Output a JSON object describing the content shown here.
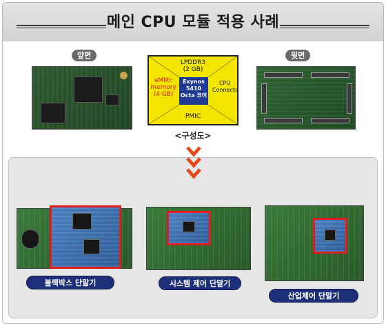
{
  "title": "메인 CPU 모듈 적용 사례",
  "module": {
    "front_label": "앞면",
    "back_label": "뒷면",
    "diagram": {
      "top": "LPDDR3\n(2 GB)",
      "left": "eMMc\nmemory\n(4 GB)",
      "center": "Exynos\n5410\nOcta 코어",
      "right": "CPU\nConnector",
      "bottom": "PMIC"
    },
    "caption": "<구성도>"
  },
  "colors": {
    "diagram_bg": "#f2e600",
    "core_bg": "#1e3a96",
    "highlight_border": "#e01d1d",
    "label_pill": "#1e2f7a",
    "chevron": "#e24a1c"
  },
  "applications": [
    {
      "label": "블랙박스 단말기"
    },
    {
      "label": "시스템 제어 단말기"
    },
    {
      "label": "산업제어 단말기"
    }
  ]
}
